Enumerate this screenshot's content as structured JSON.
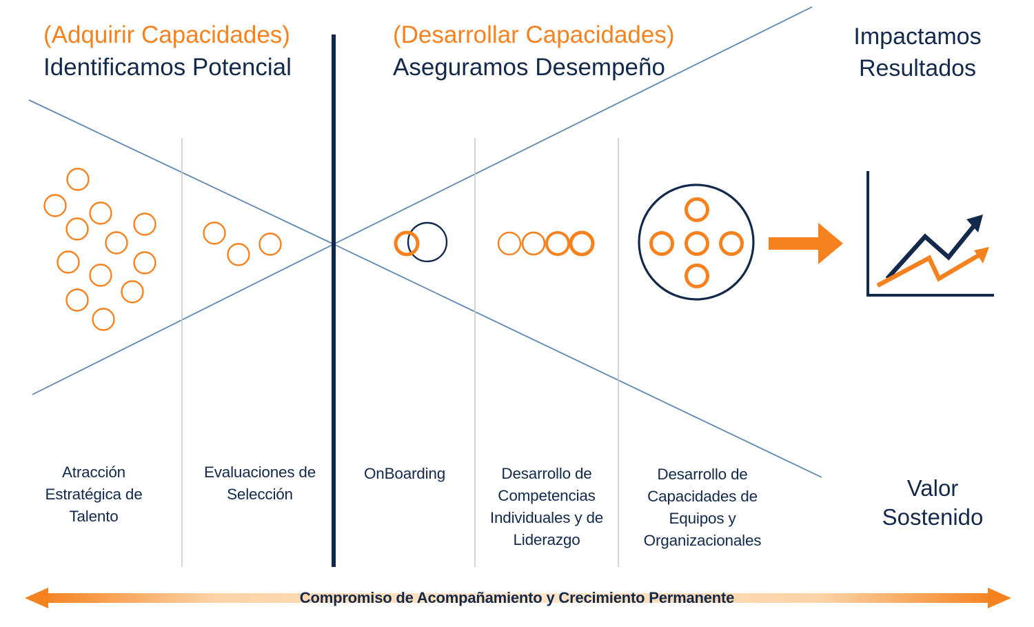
{
  "left_header": {
    "phase": "(Adquirir Capacidades)",
    "title": "Identificamos Potencial"
  },
  "middle_header": {
    "phase": "(Desarrollar Capacidades)",
    "title": "Aseguramos Desempeño"
  },
  "right_header": {
    "line1": "Impactamos",
    "line2": "Resultados"
  },
  "stages": [
    {
      "lines": [
        "Atracción",
        "Estratégica de",
        "Talento"
      ]
    },
    {
      "lines": [
        "Evaluaciones de",
        "Selección"
      ]
    },
    {
      "lines": [
        "OnBoarding"
      ]
    },
    {
      "lines": [
        "Desarrollo de",
        "Competencias",
        "Individuales y de",
        "Liderazgo"
      ]
    },
    {
      "lines": [
        "Desarrollo de",
        "Capacidades de",
        "Equipos y",
        "Organizacionales"
      ]
    }
  ],
  "value_label": {
    "line1": "Valor",
    "line2": "Sostenido"
  },
  "bottom_banner": {
    "label": "Compromiso de Acompañamiento y Crecimiento Permanente"
  },
  "colors": {
    "accent_orange": "#f5821f",
    "navy": "#13294b",
    "line_blue": "#5b87b3",
    "divider_gray": "#c8c8c8"
  },
  "icons": [
    "talent-pool-circles",
    "selection-circles",
    "onboarding-circles",
    "competencies-circles",
    "team-circle-group",
    "arrow-right-icon",
    "growth-chart-icon",
    "double-arrow-icon"
  ]
}
